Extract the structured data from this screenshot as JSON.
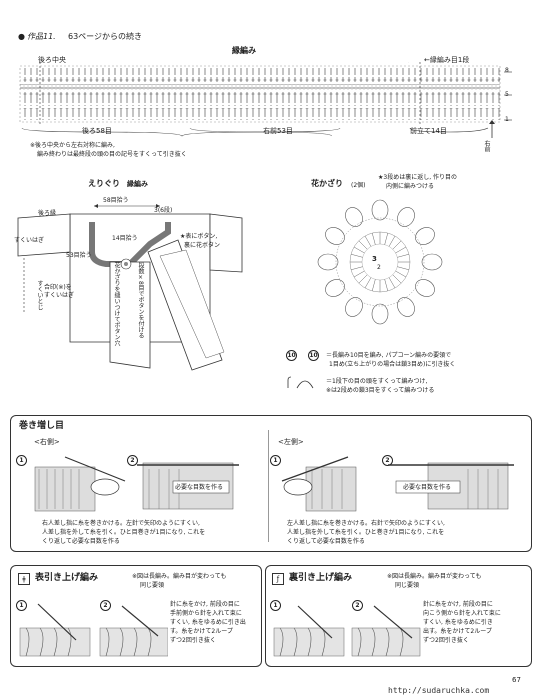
{
  "header": {
    "bullet": "●",
    "work_label": "作品11.",
    "continued": "63ページからの続き"
  },
  "border": {
    "title": "縁編み",
    "back_center": "後ろ中央",
    "start_marker": "←縁編み目1段",
    "row_nums": [
      "8",
      "5",
      "1"
    ],
    "pickup_back": "後ろ58目",
    "pickup_right": "右前53目",
    "pickup_front_edge": "前立て14目",
    "right_front": "右前",
    "note_line1": "※後ろ中央から左右対称に編み,",
    "note_line2": "編み終わりは最終段の頭の目の記号をすくって引き抜く"
  },
  "collar": {
    "title_a": "えりぐり",
    "title_b": "縁編み",
    "pick_back": "58目拾う",
    "rows3": "3(6段)",
    "back_label": "後ろ縁",
    "sleeve_label": "すくいはぎ",
    "front_pick": "14目拾う",
    "front_right": "53目拾う",
    "button_note_1": "★表にボタン,",
    "button_note_2": "裏に花ボタン",
    "side_vertical": "すくいとじ",
    "join_label": "合印(※)を",
    "join_label2": "すくいはぎ",
    "center_label": "花かざりを縫いつけてボタン穴",
    "left_label": "段数×8目でボタンを付ける"
  },
  "flower": {
    "title": "花かざり",
    "count": "(2個)",
    "star_note_1": "★3段めは裏に返し, 作り目の",
    "star_note_2": "内側に編みつける",
    "center_rows": "3",
    "center_rows2": "2",
    "legend_10_a": "10",
    "legend_10_b": "10",
    "legend_text_1": "＝長編み10目を編み, パプコーン編みの要領で",
    "legend_text_2": "1目め(立ち上がりの場合は鎖3目め)に引き抜く",
    "legend_text_3": "＝1段下の目の頭をすくって編みつけ,",
    "legend_text_4": "※は2段めの鎖3目をすくって編みつける"
  },
  "increase": {
    "title": "巻き増し目",
    "right_label": "<右側>",
    "left_label": "<左側>",
    "need_stitches": "必要な目数を作る",
    "right_desc_1": "右人差し指に糸を巻きかける。左針で矢印のようにすくい,",
    "right_desc_2": "人差し指を外して糸を引く。ひと目巻きが1目になり, これを",
    "right_desc_3": "くり返して必要な目数を作る",
    "left_desc_1": "左人差し指に糸を巻きかける。右針で矢印のようにすくい,",
    "left_desc_2": "人差し指を外して糸を引く。ひと巻きが1目になり, これを",
    "left_desc_3": "くり返して必要な目数を作る",
    "steps": [
      "1",
      "2",
      "1",
      "2"
    ]
  },
  "front_raised": {
    "title": "表引き上げ編み",
    "note_1": "※図は長編み。編み目が変わっても",
    "note_2": "同じ要領",
    "desc_1": "針に糸をかけ, 前段の目に",
    "desc_2": "手前側から針を入れて束に",
    "desc_3": "すくい, 糸をゆるめに引き出",
    "desc_4": "す。糸をかけて2ループ",
    "desc_5": "ずつ2回引き抜く",
    "steps": [
      "1",
      "2"
    ]
  },
  "back_raised": {
    "title": "裏引き上げ編み",
    "note_1": "※図は長編み。編み目が変わっても",
    "note_2": "同じ要領",
    "desc_1": "針に糸をかけ, 前段の目に",
    "desc_2": "向こう側から針を入れて束に",
    "desc_3": "すくい, 糸をゆるめに引き",
    "desc_4": "出す。糸をかけて2ループ",
    "desc_5": "ずつ2回引き抜く",
    "steps": [
      "1",
      "2"
    ]
  },
  "footer": {
    "page": "67",
    "watermark": "http://sudaruchka.com"
  }
}
